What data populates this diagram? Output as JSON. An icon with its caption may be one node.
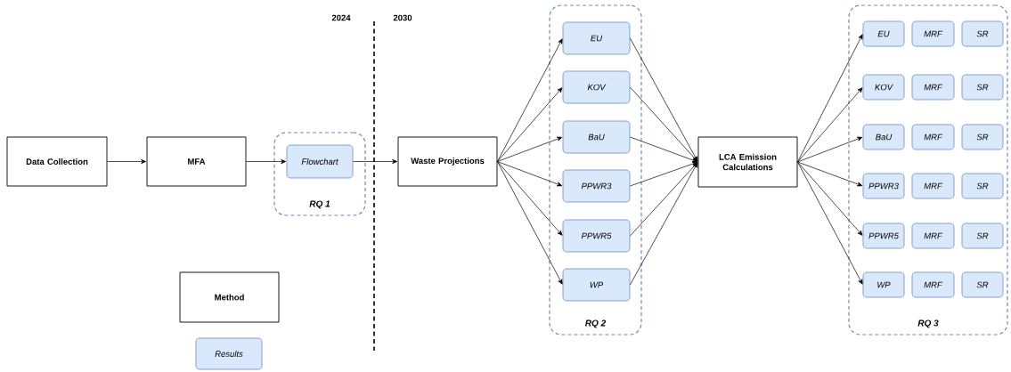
{
  "diagram": {
    "nodes": [
      {
        "text": [
          "Data Collection"
        ]
      },
      {
        "text": [
          "MFA"
        ]
      },
      {
        "text": [
          "RQ 1"
        ]
      },
      {
        "text": [
          "Flowchart"
        ],
        "in": 2
      },
      {
        "text": [
          "Waste Projections"
        ]
      },
      {
        "text": [
          "RQ 2"
        ]
      },
      {
        "text": [
          "EU"
        ],
        "in": 5
      },
      {
        "text": [
          "KOV"
        ],
        "in": 5
      },
      {
        "text": [
          "BaU"
        ],
        "in": 5
      },
      {
        "text": [
          "PPWR3"
        ],
        "in": 5
      },
      {
        "text": [
          "PPWR5"
        ],
        "in": 5
      },
      {
        "text": [
          "WP"
        ],
        "in": 5
      },
      {
        "text": [
          "LCA Emission Calculations"
        ]
      },
      {
        "text": [
          "RQ 3"
        ]
      },
      {
        "text": [
          "EU"
        ],
        "in": 13
      },
      {
        "text": [
          "MRF"
        ],
        "in": 13
      },
      {
        "text": [
          "SR"
        ],
        "in": 13
      },
      {
        "text": [
          "KOV"
        ],
        "in": 13
      },
      {
        "text": [
          "MRF"
        ],
        "in": 13
      },
      {
        "text": [
          "SR"
        ],
        "in": 13
      },
      {
        "text": [
          "BaU"
        ],
        "in": 13
      },
      {
        "text": [
          "MRF"
        ],
        "in": 13
      },
      {
        "text": [
          "SR"
        ],
        "in": 13
      },
      {
        "text": [
          "PPWR3"
        ],
        "in": 13
      },
      {
        "text": [
          "MRF"
        ],
        "in": 13
      },
      {
        "text": [
          "SR"
        ],
        "in": 13
      },
      {
        "text": [
          "PPWR5"
        ],
        "in": 13
      },
      {
        "text": [
          "MRF"
        ],
        "in": 13
      },
      {
        "text": [
          "SR"
        ],
        "in": 13
      },
      {
        "text": [
          "WP"
        ],
        "in": 13
      },
      {
        "text": [
          "MRF"
        ],
        "in": 13
      },
      {
        "text": [
          "SR"
        ],
        "in": 13
      },
      {
        "text": [
          "Method"
        ]
      },
      {
        "text": [
          "Results"
        ]
      }
    ],
    "edges": [
      {
        "from": 0,
        "to": 1,
        "arrow": "to"
      },
      {
        "from": 1,
        "to": 3,
        "arrow": "to"
      },
      {
        "from": 3,
        "to": 4,
        "arrow": "to"
      },
      {
        "from": 4,
        "to": 6,
        "arrow": "to"
      },
      {
        "from": 4,
        "to": 7,
        "arrow": "to"
      },
      {
        "from": 4,
        "to": 8,
        "arrow": "to"
      },
      {
        "from": 4,
        "to": 9,
        "arrow": "to"
      },
      {
        "from": 4,
        "to": 10,
        "arrow": "to"
      },
      {
        "from": 4,
        "to": 11,
        "arrow": "to"
      },
      {
        "from": 6,
        "to": 12,
        "arrow": "to"
      },
      {
        "from": 7,
        "to": 12,
        "arrow": "to"
      },
      {
        "from": 8,
        "to": 12,
        "arrow": "to"
      },
      {
        "from": 9,
        "to": 12,
        "arrow": "to"
      },
      {
        "from": 10,
        "to": 12,
        "arrow": "to"
      },
      {
        "from": 11,
        "to": 12,
        "arrow": "to"
      },
      {
        "from": 12,
        "to": 14,
        "arrow": "to"
      },
      {
        "from": 12,
        "to": 17,
        "arrow": "to"
      },
      {
        "from": 12,
        "to": 20,
        "arrow": "to"
      },
      {
        "from": 12,
        "to": 23,
        "arrow": "to"
      },
      {
        "from": 12,
        "to": 26,
        "arrow": "to"
      },
      {
        "from": 12,
        "to": 29,
        "arrow": "to"
      }
    ],
    "labels": [
      "2024",
      "2030"
    ]
  }
}
